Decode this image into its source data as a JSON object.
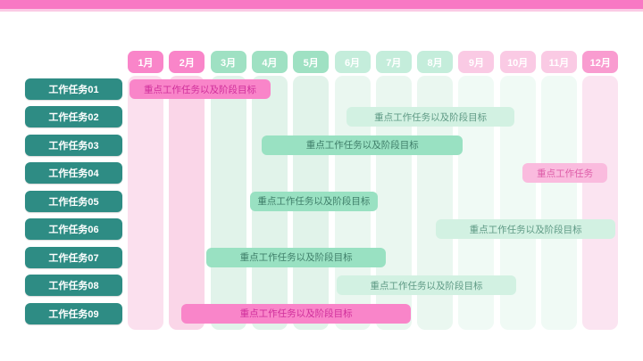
{
  "slide": {
    "top_strip_color": "#F878C4",
    "top_strip_accent_color": "#FBCBE5",
    "background_color": "#FFFFFF"
  },
  "colors": {
    "task_button_bg": "#2E8C84",
    "task_button_text": "#FFFFFF",
    "month_header_text": "#FFFFFF",
    "header_styles": {
      "pink-strong": "#F985C9",
      "mint": "#9FE1C3",
      "mint-light": "#C4EDDB",
      "pink-light": "#FACAE4",
      "pink-med": "#F99CD0"
    },
    "bar_styles": {
      "pink-strong": {
        "bg": "#F985C9",
        "text": "#D02E9B"
      },
      "pink-light": {
        "bg": "#FABBDE",
        "text": "#DE5CA8"
      },
      "mint": {
        "bg": "#99E1C2",
        "text": "#3F7E69"
      },
      "mint-light": {
        "bg": "#D2F1E2",
        "text": "#5F9A85"
      }
    },
    "stripe_styles": {
      "pink-1": "#FBE0EE",
      "pink-2": "#FAD6E8",
      "mint-1": "#E1F3EA",
      "mint-2": "#EAF7F0",
      "mint-3": "#F0FAF5",
      "pink-3": "#FBE4F1"
    }
  },
  "chart_data": {
    "type": "gantt",
    "months": [
      {
        "label": "1月",
        "style": "pink-strong",
        "stripe": "pink-1"
      },
      {
        "label": "2月",
        "style": "pink-strong",
        "stripe": "pink-2"
      },
      {
        "label": "3月",
        "style": "mint",
        "stripe": "mint-1"
      },
      {
        "label": "4月",
        "style": "mint",
        "stripe": "mint-1"
      },
      {
        "label": "5月",
        "style": "mint",
        "stripe": "mint-1"
      },
      {
        "label": "6月",
        "style": "mint-light",
        "stripe": "mint-2"
      },
      {
        "label": "7月",
        "style": "mint-light",
        "stripe": "mint-2"
      },
      {
        "label": "8月",
        "style": "mint-light",
        "stripe": "mint-2"
      },
      {
        "label": "9月",
        "style": "pink-light",
        "stripe": "mint-3"
      },
      {
        "label": "10月",
        "style": "pink-light",
        "stripe": "mint-3"
      },
      {
        "label": "11月",
        "style": "pink-light",
        "stripe": "mint-3"
      },
      {
        "label": "12月",
        "style": "pink-med",
        "stripe": "pink-3"
      }
    ],
    "tasks": [
      {
        "label": "工作任务01"
      },
      {
        "label": "工作任务02"
      },
      {
        "label": "工作任务03"
      },
      {
        "label": "工作任务04"
      },
      {
        "label": "工作任务05"
      },
      {
        "label": "工作任务06"
      },
      {
        "label": "工作任务07"
      },
      {
        "label": "工作任务08"
      },
      {
        "label": "工作任务09"
      }
    ],
    "bars": [
      {
        "task": "工作任务01",
        "label": "重点工作任务以及阶段目标",
        "start_month": 0.05,
        "end_month": 3.45,
        "style": "pink-strong"
      },
      {
        "task": "工作任务02",
        "label": "重点工作任务以及阶段目标",
        "start_month": 5.3,
        "end_month": 9.35,
        "style": "mint-light"
      },
      {
        "task": "工作任务03",
        "label": "重点工作任务以及阶段目标",
        "start_month": 3.25,
        "end_month": 8.1,
        "style": "mint"
      },
      {
        "task": "工作任务04",
        "label": "重点工作任务",
        "start_month": 9.55,
        "end_month": 11.6,
        "style": "pink-light"
      },
      {
        "task": "工作任务05",
        "label": "重点工作任务以及阶段目标",
        "start_month": 2.95,
        "end_month": 6.05,
        "style": "mint"
      },
      {
        "task": "工作任务06",
        "label": "重点工作任务以及阶段目标",
        "start_month": 7.45,
        "end_month": 11.8,
        "style": "mint-light"
      },
      {
        "task": "工作任务07",
        "label": "重点工作任务以及阶段目标",
        "start_month": 1.9,
        "end_month": 6.25,
        "style": "mint"
      },
      {
        "task": "工作任务08",
        "label": "重点工作任务以及阶段目标",
        "start_month": 5.05,
        "end_month": 9.4,
        "style": "mint-light"
      },
      {
        "task": "工作任务09",
        "label": "重点工作任务以及阶段目标",
        "start_month": 1.3,
        "end_month": 6.85,
        "style": "pink-strong"
      }
    ]
  }
}
